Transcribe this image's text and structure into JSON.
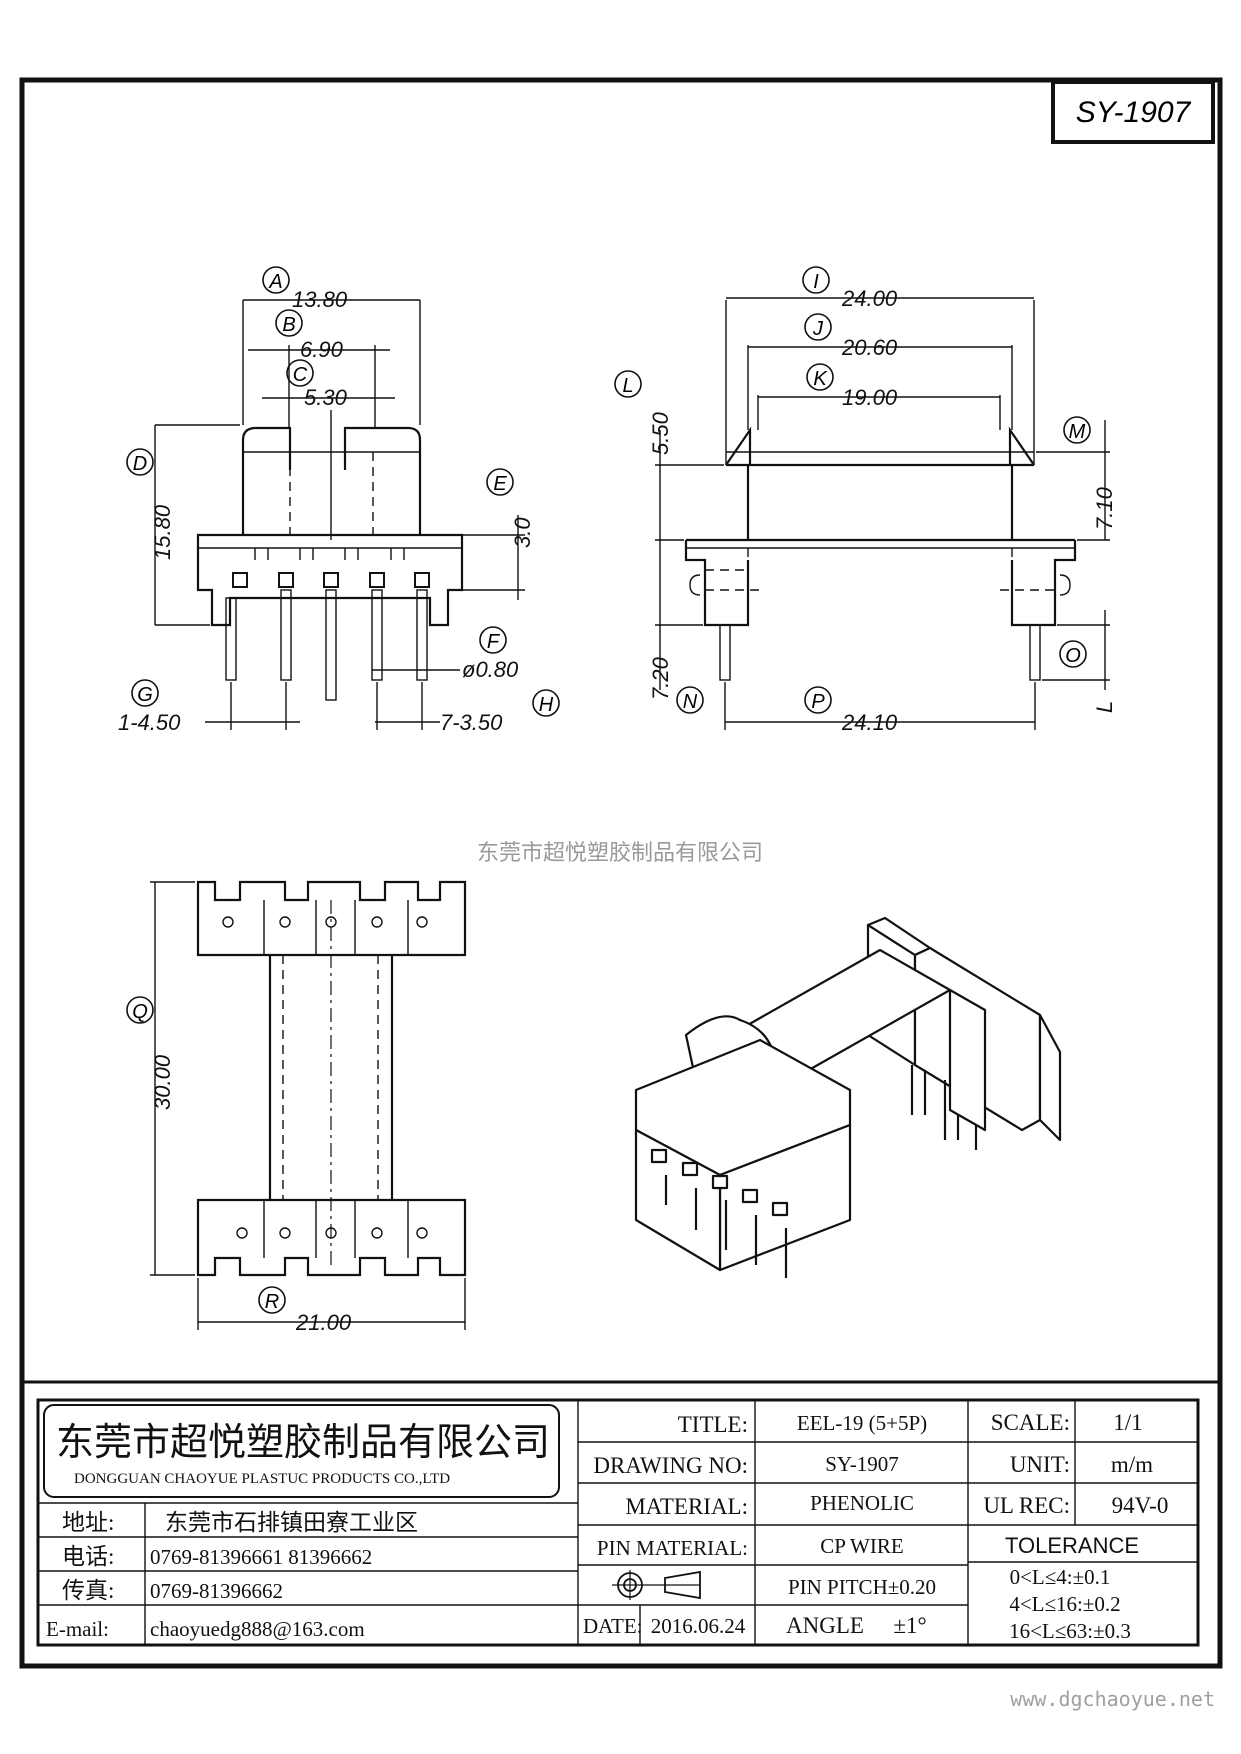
{
  "drawing_code": "SY-1907",
  "watermark_center": "东莞市超悦塑胶制品有限公司",
  "watermark_url": "www.dgchaoyue.net",
  "front_view": {
    "labels": [
      "A",
      "B",
      "C",
      "D",
      "E",
      "F",
      "G",
      "H"
    ],
    "dims": {
      "A": "13.80",
      "B": "6.90",
      "C": "5.30",
      "D": "15.80",
      "E": "3.0",
      "F": "ø0.80",
      "G": "1-4.50",
      "H": "7-3.50"
    }
  },
  "side_view": {
    "labels": [
      "I",
      "J",
      "K",
      "L",
      "M",
      "N",
      "O",
      "P"
    ],
    "dims": {
      "I": "24.00",
      "J": "20.60",
      "K": "19.00",
      "L_top": "5.50",
      "M": "7.10",
      "N": "7.20",
      "O": "L",
      "P": "24.10"
    }
  },
  "bottom_view": {
    "labels": [
      "Q",
      "R"
    ],
    "dims": {
      "Q": "30.00",
      "R": "21.00"
    }
  },
  "title_block": {
    "company_cn": "东莞市超悦塑胶制品有限公司",
    "company_en": "DONGGUAN CHAOYUE PLASTUC PRODUCTS CO.,LTD",
    "address_label": "地址:",
    "address_value": "东莞市石排镇田寮工业区",
    "phone_label": "电话:",
    "phone_value": "0769-81396661  81396662",
    "fax_label": "传真:",
    "fax_value": "0769-81396662",
    "email_label": "E-mail:",
    "email_value": "chaoyuedg888@163.com",
    "title_label": "TITLE:",
    "title_value": "EEL-19 (5+5P)",
    "drawing_no_label": "DRAWING NO:",
    "drawing_no_value": "SY-1907",
    "material_label": "MATERIAL:",
    "material_value": "PHENOLIC",
    "pin_material_label": "PIN MATERIAL:",
    "pin_material_value": "CP WIRE",
    "date_label": "DATE:",
    "date_value": "2016.06.24",
    "pin_pitch": "PIN PITCH±0.20",
    "angle_label": "ANGLE",
    "angle_value": "±1°",
    "scale_label": "SCALE:",
    "scale_value": "1/1",
    "unit_label": "UNIT:",
    "unit_value": "m/m",
    "ul_label": "UL REC:",
    "ul_value": "94V-0",
    "tolerance_label": "TOLERANCE",
    "tolerance_rows": [
      "0<L≤4:±0.1",
      "4<L≤16:±0.2",
      "16<L≤63:±0.3"
    ]
  }
}
